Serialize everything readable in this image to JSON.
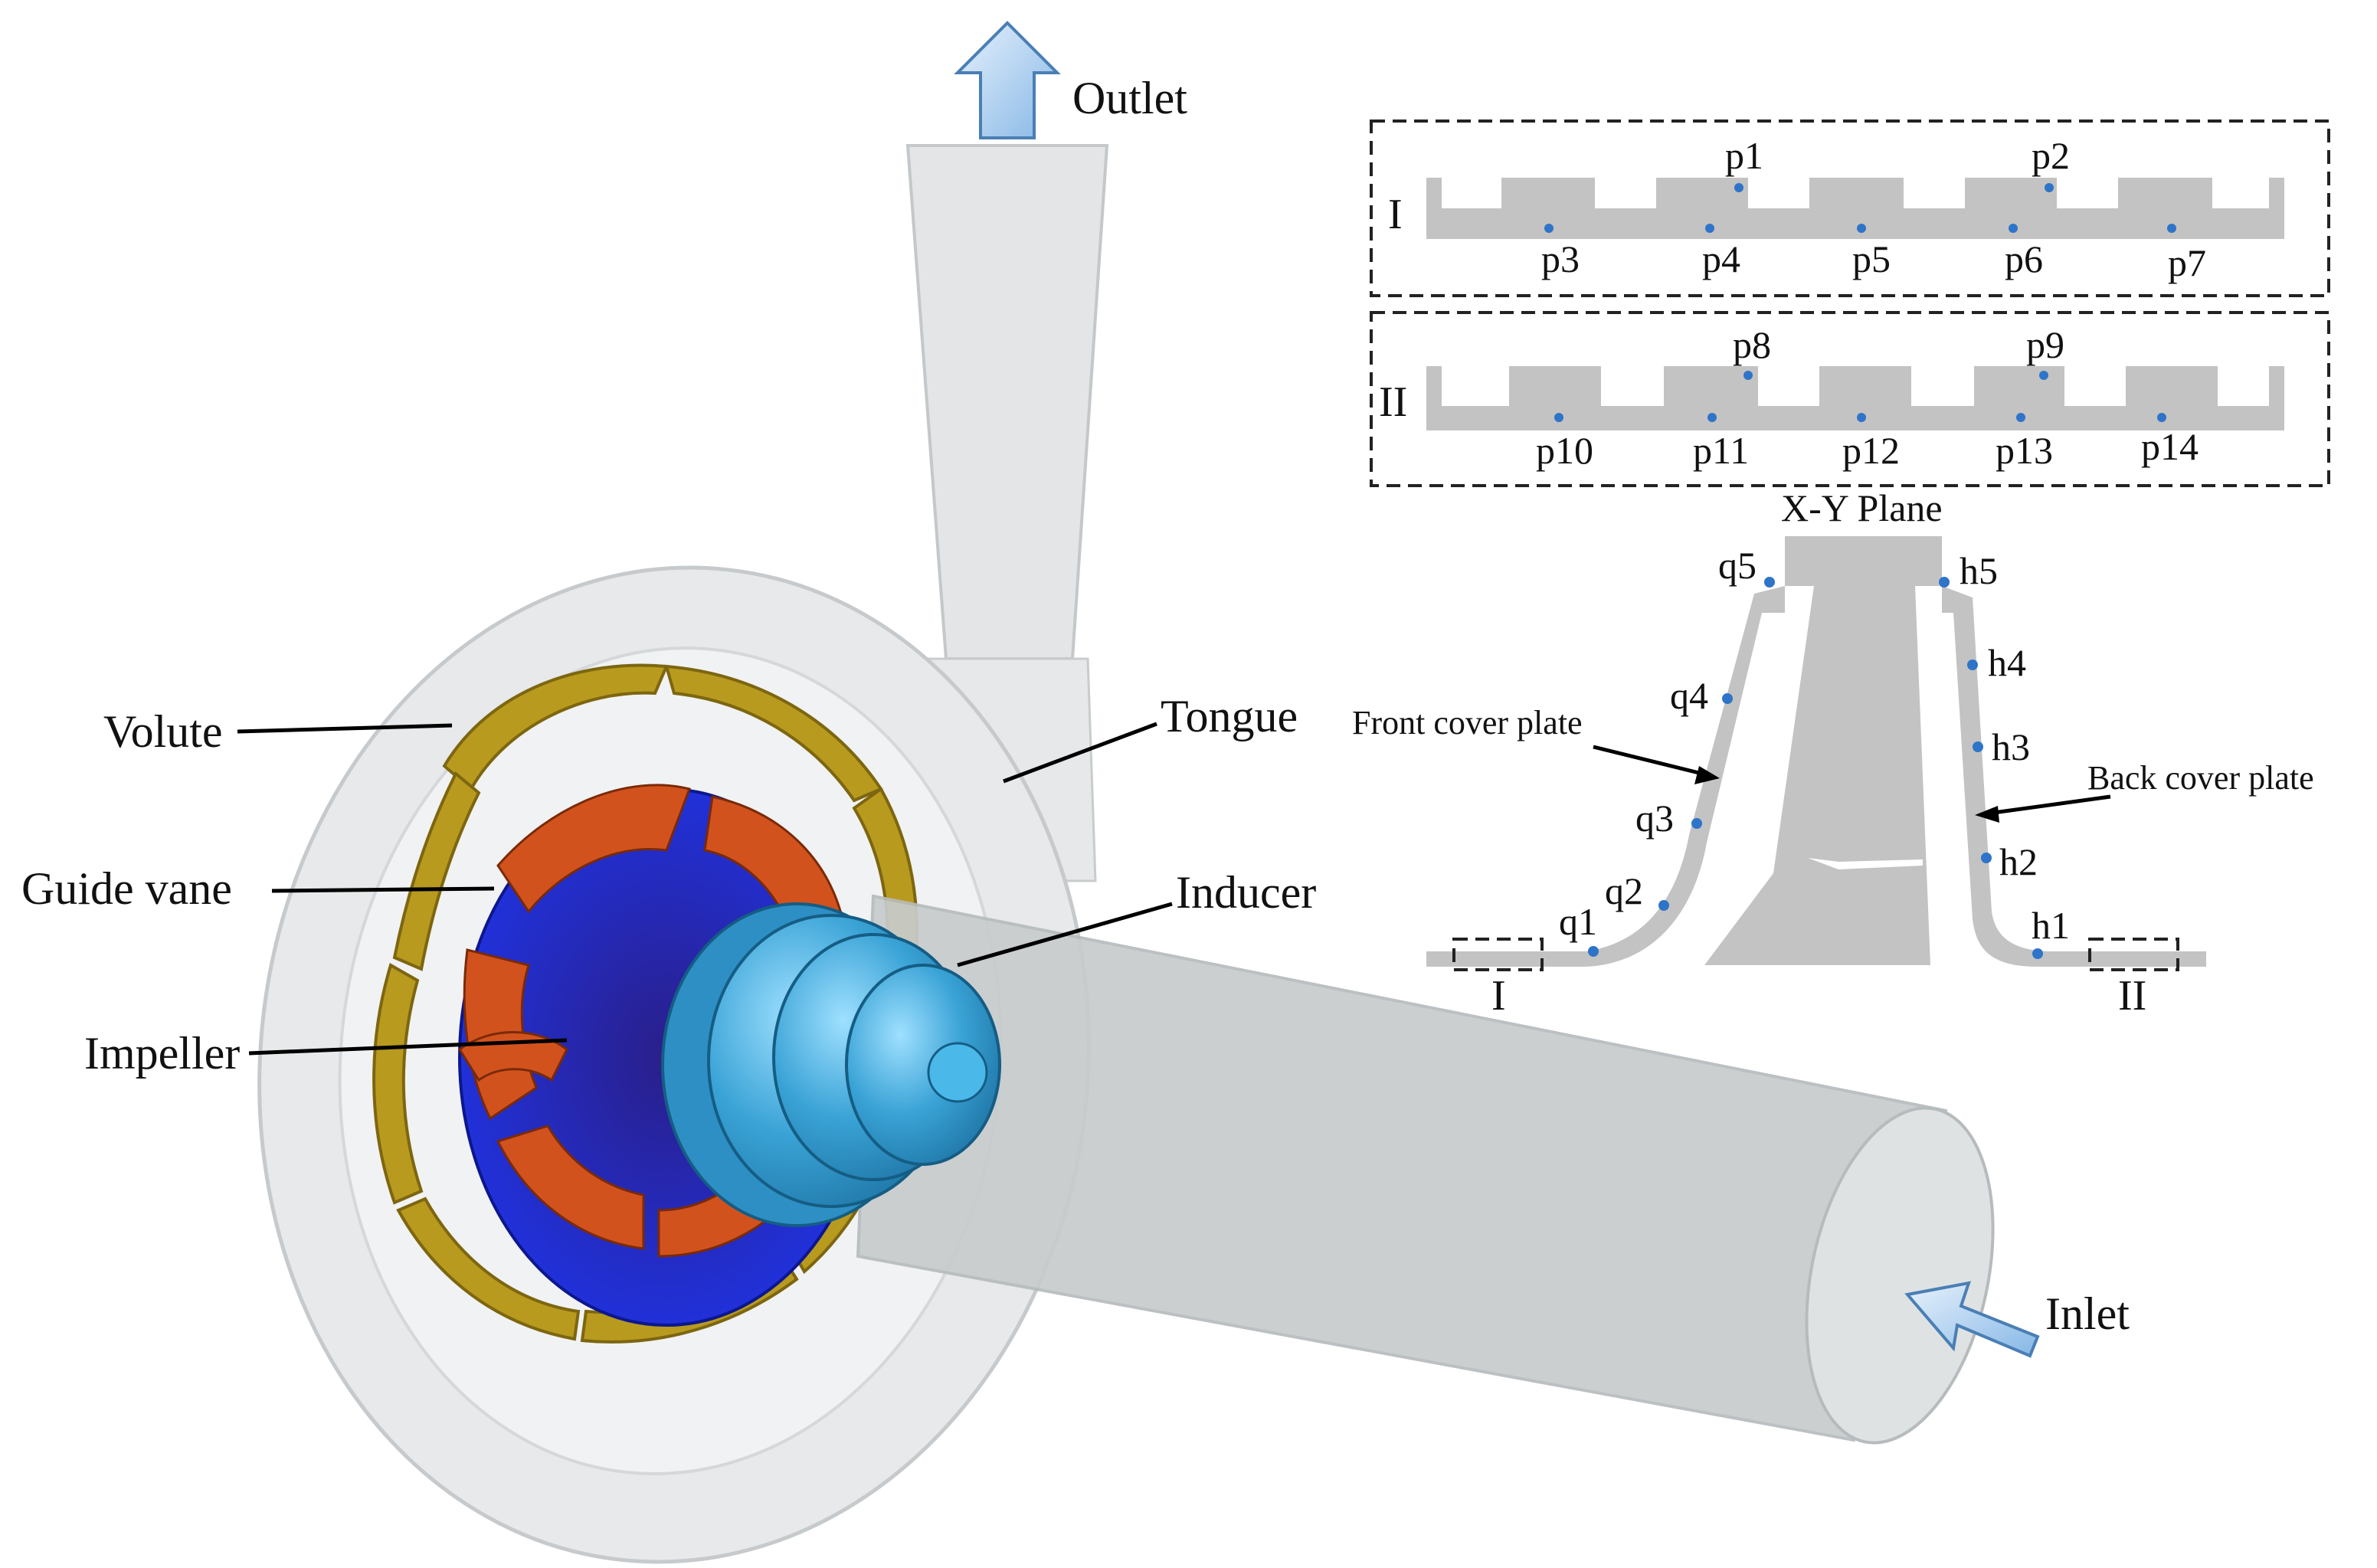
{
  "pump_labels": {
    "outlet": "Outlet",
    "inlet": "Inlet",
    "volute": "Volute",
    "tongue": "Tongue",
    "guide_vane": "Guide vane",
    "inducer": "Inducer",
    "impeller": "Impeller"
  },
  "section": {
    "plane_label": "X-Y Plane",
    "front_cover": "Front cover plate",
    "back_cover": "Back cover plate",
    "region_I": "I",
    "region_II": "II"
  },
  "detail_I": {
    "roman": "I",
    "points": [
      "p1",
      "p2",
      "p3",
      "p4",
      "p5",
      "p6",
      "p7"
    ]
  },
  "detail_II": {
    "roman": "II",
    "points": [
      "p8",
      "p9",
      "p10",
      "p11",
      "p12",
      "p13",
      "p14"
    ]
  },
  "front_points": [
    "q1",
    "q2",
    "q3",
    "q4",
    "q5"
  ],
  "back_points": [
    "h1",
    "h2",
    "h3",
    "h4",
    "h5"
  ],
  "colors": {
    "casing": "#e2e4e5",
    "pipe": "#c4c9ca",
    "guide_vane": "#b89a1e",
    "impeller_hub": "#1f2fd8",
    "impeller_blade": "#d2521e",
    "inducer": "#3aa3d6",
    "section_fill": "#c3c3c3",
    "monitor_point": "#2e74c8",
    "arrow": "#a9cdf0"
  }
}
